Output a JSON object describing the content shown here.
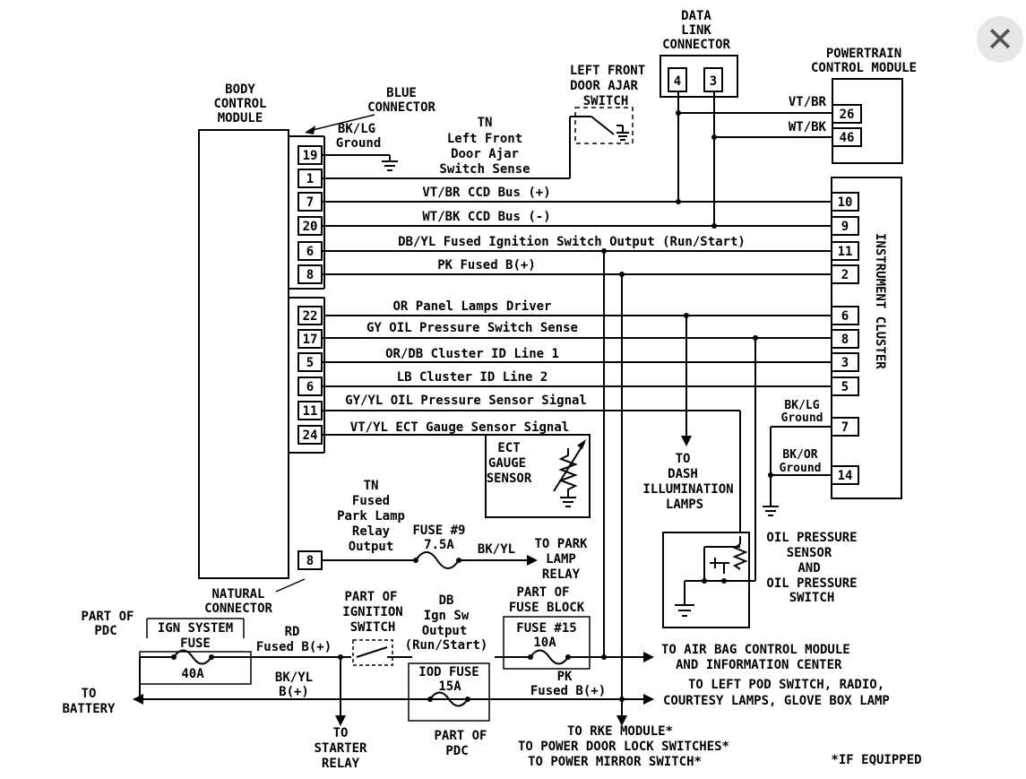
{
  "close_icon": "close-icon",
  "modules": {
    "bcm": [
      "BODY",
      "CONTROL",
      "MODULE"
    ],
    "blue_connector": [
      "BLUE",
      "CONNECTOR"
    ],
    "natural_connector": [
      "NATURAL",
      "CONNECTOR"
    ],
    "dlc": [
      "DATA",
      "LINK",
      "CONNECTOR"
    ],
    "pcm": [
      "POWERTRAIN",
      "CONTROL MODULE"
    ],
    "cluster": "INSTRUMENT CLUSTER",
    "door_switch": [
      "LEFT FRONT",
      "DOOR AJAR",
      "SWITCH"
    ],
    "ect_sensor": [
      "ECT",
      "GAUGE",
      "SENSOR"
    ],
    "oil_sensor": [
      "OIL PRESSURE",
      "SENSOR",
      "AND",
      "OIL PRESSURE",
      "SWITCH"
    ],
    "dash_lamps": [
      "TO",
      "DASH",
      "ILLUMINATION",
      "LAMPS"
    ]
  },
  "pins": {
    "bcm_blue": [
      "19",
      "1",
      "7",
      "20",
      "6",
      "8"
    ],
    "bcm_natural": [
      "22",
      "17",
      "5",
      "6",
      "11",
      "24"
    ],
    "bcm_bottom": "8",
    "dlc": [
      "4",
      "3"
    ],
    "pcm": [
      "26",
      "46"
    ],
    "cluster": [
      "10",
      "9",
      "11",
      "2",
      "6",
      "8",
      "3",
      "5",
      "7",
      "14"
    ]
  },
  "wires": {
    "ground_bcm": [
      "BK/LG",
      "Ground"
    ],
    "door_sense": [
      "TN",
      "Left Front",
      "Door Ajar",
      "Switch Sense"
    ],
    "ccd_pos": "VT/BR CCD Bus (+)",
    "ccd_neg": "WT/BK CCD Bus (-)",
    "ign_out": "DB/YL Fused Ignition Switch Output (Run/Start)",
    "fused_b": "PK Fused B(+)",
    "panel_lamps": "OR Panel Lamps Driver",
    "oil_switch": "GY OIL Pressure Switch Sense",
    "cluster_id1": "OR/DB Cluster ID Line 1",
    "cluster_id2": "LB Cluster ID Line 2",
    "oil_sensor_sig": "GY/YL OIL Pressure Sensor Signal",
    "ect_sig": "VT/YL ECT Gauge Sensor Signal",
    "pcm_vtbr": "VT/BR",
    "pcm_wtbk": "WT/BK",
    "cl_gnd1": [
      "BK/LG",
      "Ground"
    ],
    "cl_gnd2": [
      "BK/OR",
      "Ground"
    ],
    "park_lamp": [
      "TN",
      "Fused",
      "Park Lamp",
      "Relay",
      "Output"
    ],
    "fuse9": [
      "FUSE #9",
      "7.5A"
    ],
    "bkyl": "BK/YL",
    "to_park": [
      "TO PARK",
      "LAMP",
      "RELAY"
    ]
  },
  "pdc": {
    "part_of_pdc": [
      "PART OF",
      "PDC"
    ],
    "ign_system_fuse": [
      "IGN SYSTEM",
      "FUSE"
    ],
    "fuse40": "40A",
    "rd": [
      "RD",
      "Fused B(+)"
    ],
    "bkyl": [
      "BK/YL",
      "B(+)"
    ],
    "to_battery": [
      "TO",
      "BATTERY"
    ],
    "to_starter": [
      "TO",
      "STARTER",
      "RELAY"
    ],
    "ign_switch": [
      "PART OF",
      "IGNITION",
      "SWITCH"
    ],
    "db_ign": [
      "DB",
      "Ign Sw",
      "Output",
      "(Run/Start)"
    ],
    "iod": [
      "IOD FUSE",
      "15A"
    ],
    "part_of_pdc2": [
      "PART OF",
      "PDC"
    ],
    "fuse_block": [
      "PART OF",
      "FUSE BLOCK"
    ],
    "fuse15": [
      "FUSE #15",
      "10A"
    ],
    "pk": [
      "PK",
      "Fused B(+)"
    ],
    "to_airbag": [
      "TO AIR BAG CONTROL MODULE",
      "AND INFORMATION CENTER"
    ],
    "to_left_pod": [
      "TO LEFT POD SWITCH, RADIO,",
      "COURTESY LAMPS, GLOVE BOX LAMP"
    ],
    "to_rke": [
      "TO RKE MODULE*",
      "TO POWER DOOR LOCK SWITCHES*",
      "TO POWER MIRROR SWITCH*"
    ],
    "if_equipped": "*IF EQUIPPED"
  }
}
